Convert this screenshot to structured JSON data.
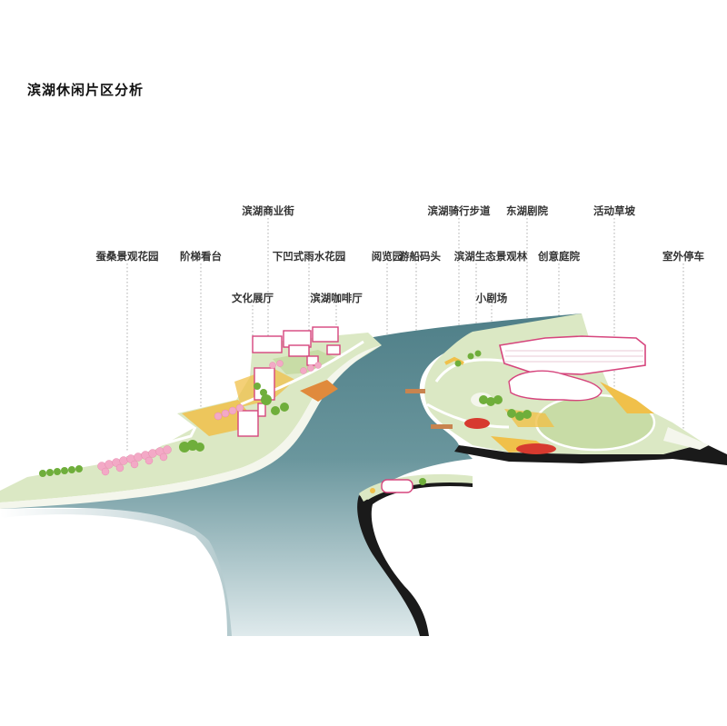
{
  "title": "滨湖休闲片区分析",
  "labels": {
    "cansang": "蚕桑景观花园",
    "jieti": "阶梯看台",
    "wenhua": "文化展厅",
    "shangye": "滨湖商业街",
    "xiaao": "下凹式雨水花园",
    "kafei": "滨湖咖啡厅",
    "yuelan": "阅览园",
    "youchuan": "游船码头",
    "qixing": "滨湖骑行步道",
    "shengtai": "滨湖生态景观林",
    "xiaojuchang": "小剧场",
    "donghu": "东湖剧院",
    "chuangyi": "创意庭院",
    "huodong": "活动草坡",
    "tingche": "室外停车"
  },
  "colors": {
    "water": "#5b8a93",
    "water_light": "#c9dde0",
    "land": "#dbe8c4",
    "lawn": "#c8dca6",
    "path": "#f7f7ef",
    "paving": "#f0c04a",
    "building_outline": "#d6457d",
    "pink_tree": "#f3a9c6",
    "green_tree": "#6fae3b",
    "red_court": "#d73a2f",
    "leader": "#9a9a9a"
  }
}
